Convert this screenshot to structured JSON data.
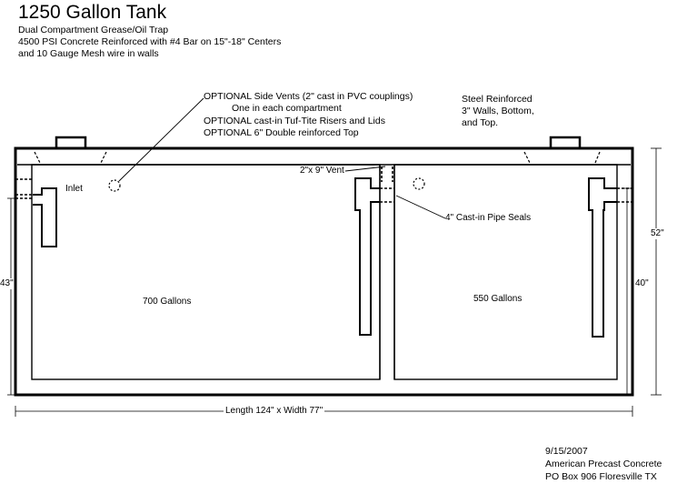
{
  "header": {
    "title": "1250 Gallon Tank",
    "line1": "Dual Compartment Grease/Oil  Trap",
    "line2": "4500 PSI Concrete Reinforced with #4 Bar on 15\"-18\" Centers",
    "line3": "and 10  Gauge Mesh wire in walls"
  },
  "options": {
    "vents": "OPTIONAL Side Vents (2\" cast in PVC couplings)",
    "vents_sub": "One in each compartment",
    "risers": "OPTIONAL cast-in Tuf-Tite Risers and Lids",
    "top": "OPTIONAL 6\" Double reinforced Top"
  },
  "steel_note": [
    "Steel Reinforced",
    "3\" Walls, Bottom,",
    "and Top."
  ],
  "labels": {
    "inlet": "Inlet",
    "vent": "2\"x 9\" Vent",
    "pipe_seals": "4\" Cast-in Pipe Seals",
    "comp1": "700 Gallons",
    "comp2": "550 Gallons",
    "dim_43": "43\"",
    "dim_52": "52\"",
    "dim_40": "40\"",
    "length": "Length 124\" x Width 77\""
  },
  "footer": {
    "date": "9/15/2007",
    "company": "American Precast Concrete",
    "address": "PO Box 906 Floresville TX"
  }
}
